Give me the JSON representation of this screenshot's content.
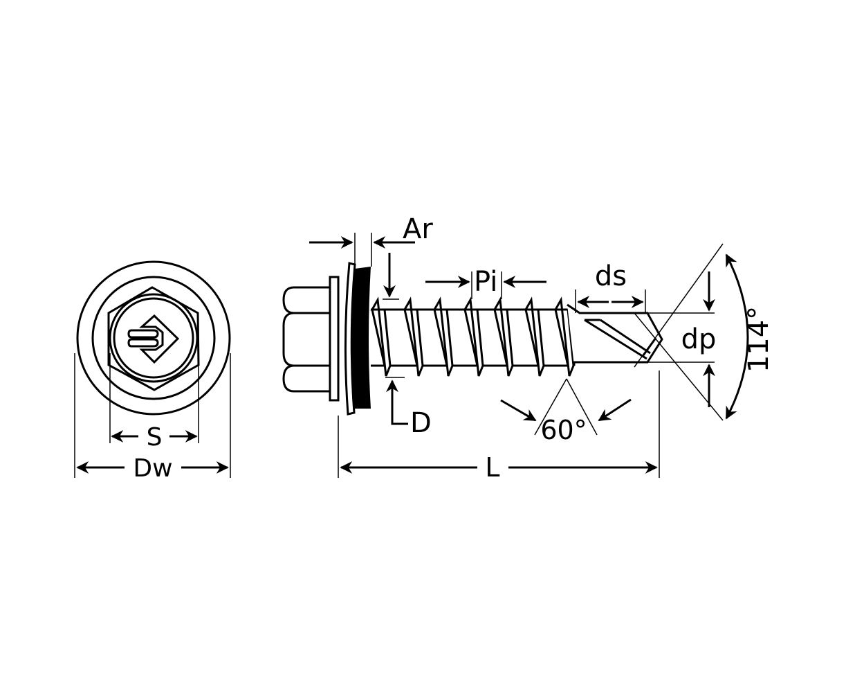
{
  "labels": {
    "ar": "Ar",
    "pi": "Pi",
    "ds": "ds",
    "dp": "dp",
    "angle_tip": "114°",
    "d": "D",
    "angle_thread": "60°",
    "length": "L",
    "s": "S",
    "dw": "Dw"
  },
  "colors": {
    "line": "#000000",
    "background": "#ffffff",
    "seal": "#000000"
  }
}
